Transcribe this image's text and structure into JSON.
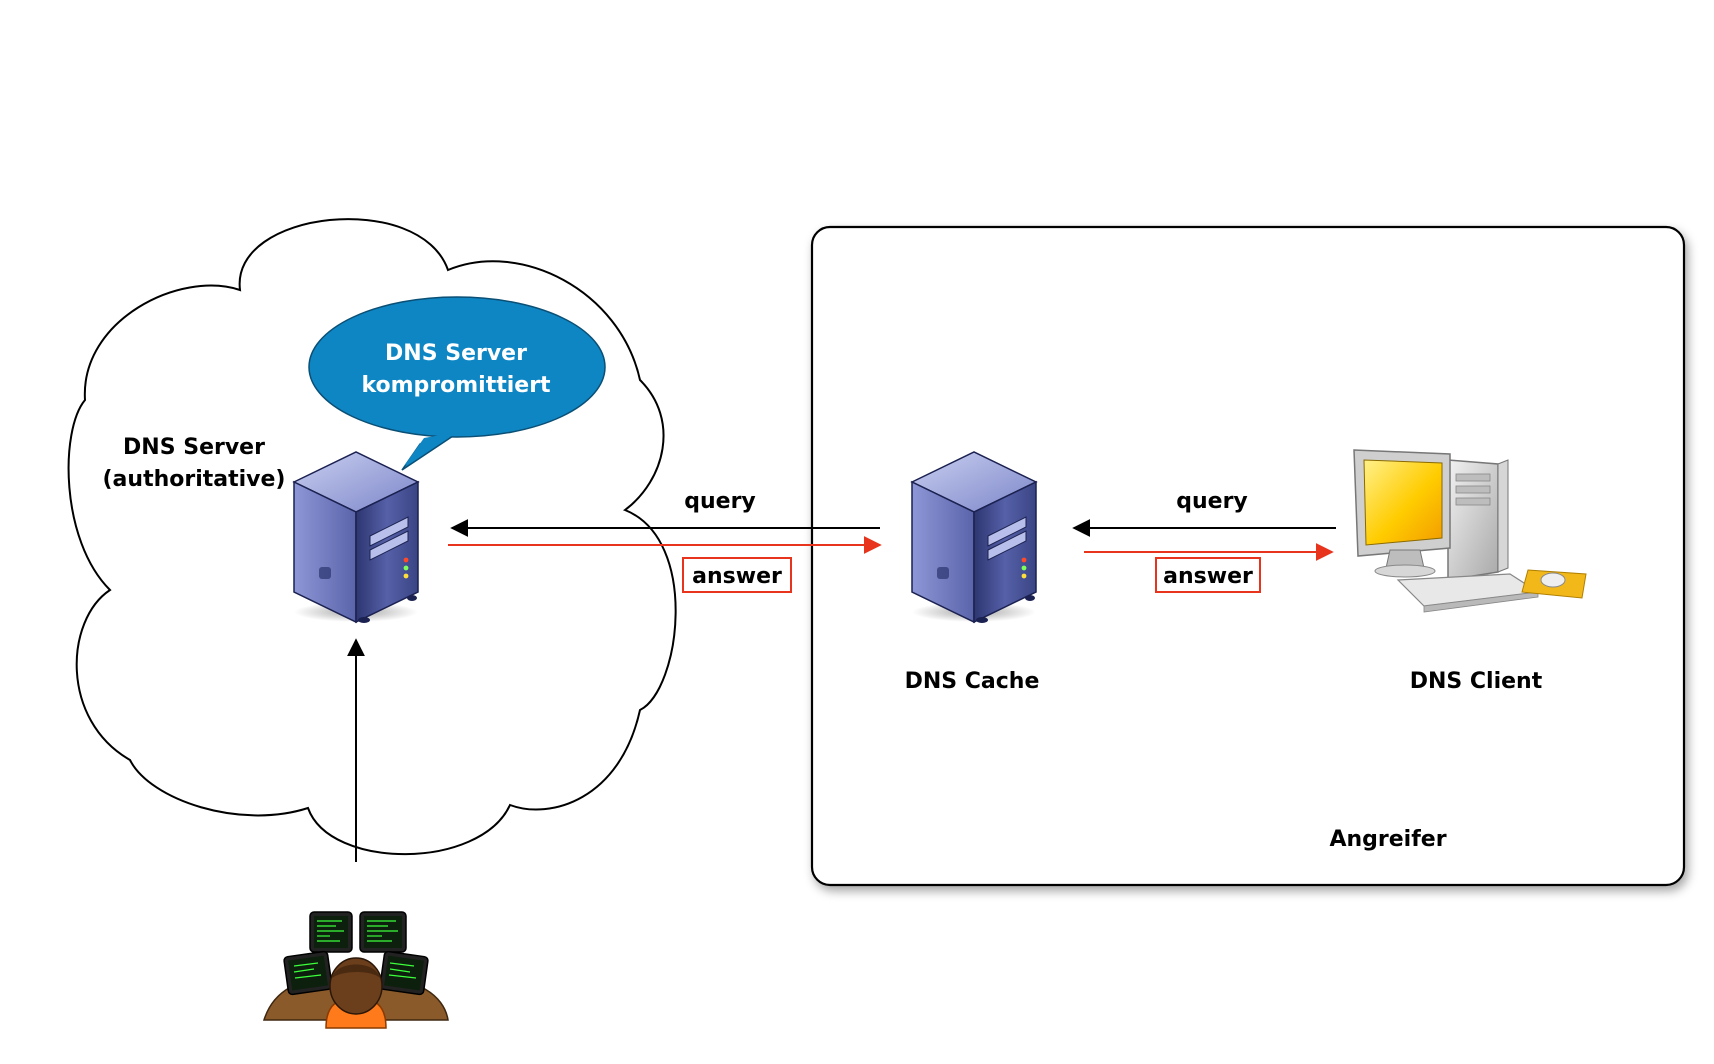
{
  "nodes": {
    "authoritative_server": {
      "line1": "DNS Server",
      "line2": "(authoritative)"
    },
    "callout": {
      "line1": "DNS Server",
      "line2": "kompromittiert"
    },
    "cache": {
      "label": "DNS Cache"
    },
    "client": {
      "label": "DNS Client"
    },
    "attacker_box": {
      "label": "Angreifer"
    }
  },
  "edges": {
    "cache_to_server": {
      "query_label": "query",
      "answer_label": "answer"
    },
    "client_to_cache": {
      "query_label": "query",
      "answer_label": "answer"
    }
  },
  "colors": {
    "query_arrow": "#000000",
    "answer_arrow": "#e8341c",
    "callout_fill": "#0f86c4",
    "server_body": "#3f4a8f",
    "monitor_screen": "#ffcc00",
    "hacker_shirt": "#ff7a1a"
  },
  "icons": {
    "server": "server-tower-icon",
    "client": "desktop-computer-icon",
    "attacker": "hacker-icon",
    "cloud": "cloud-icon"
  }
}
